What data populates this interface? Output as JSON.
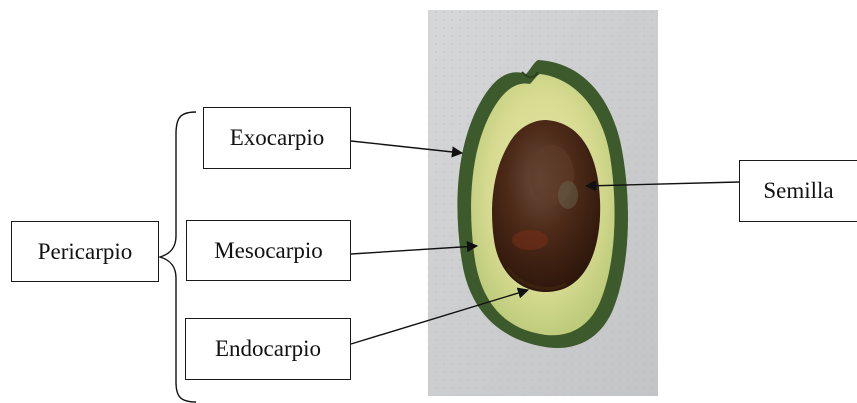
{
  "labels": {
    "pericarpio": "Pericarpio",
    "exocarpio": "Exocarpio",
    "mesocarpio": "Mesocarpio",
    "endocarpio": "Endocarpio",
    "semilla": "Semilla"
  },
  "colors": {
    "background_board": "#cfd0d2",
    "exocarp_skin": "#3f5a2e",
    "mesocarp_flesh": "#d9dc9a",
    "seed": "#4a2616",
    "line": "#111111"
  },
  "icons": [
    "arrow",
    "brace"
  ]
}
